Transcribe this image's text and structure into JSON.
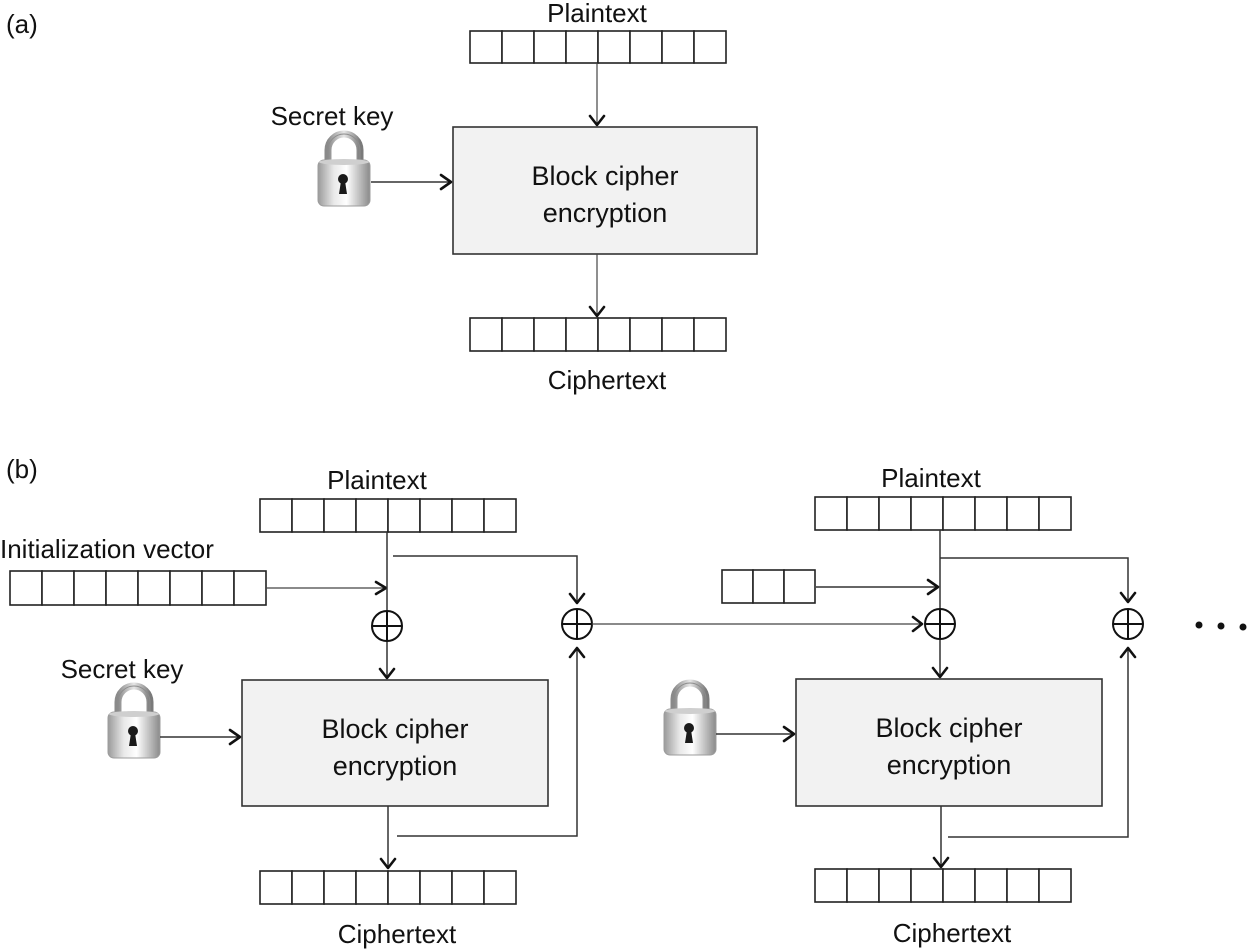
{
  "panel_a": {
    "tag": "(a)",
    "plaintext_label": "Plaintext",
    "secret_key_label": "Secret key",
    "cipher_box_line1": "Block cipher",
    "cipher_box_line2": "encryption",
    "ciphertext_label": "Ciphertext",
    "block_cells": 8,
    "key_icon": "padlock-icon"
  },
  "panel_b": {
    "tag": "(b)",
    "iv_label": "Initialization vector",
    "secret_key_label": "Secret key",
    "continuation": "...",
    "stages": [
      {
        "plaintext_label": "Plaintext",
        "cipher_box_line1": "Block cipher",
        "cipher_box_line2": "encryption",
        "ciphertext_label": "Ciphertext",
        "xor_symbol": "⊕"
      },
      {
        "plaintext_label": "Plaintext",
        "cipher_box_line1": "Block cipher",
        "cipher_box_line2": "encryption",
        "ciphertext_label": "Ciphertext",
        "xor_symbol": "⊕"
      }
    ],
    "partial_vector_cells": 3
  }
}
